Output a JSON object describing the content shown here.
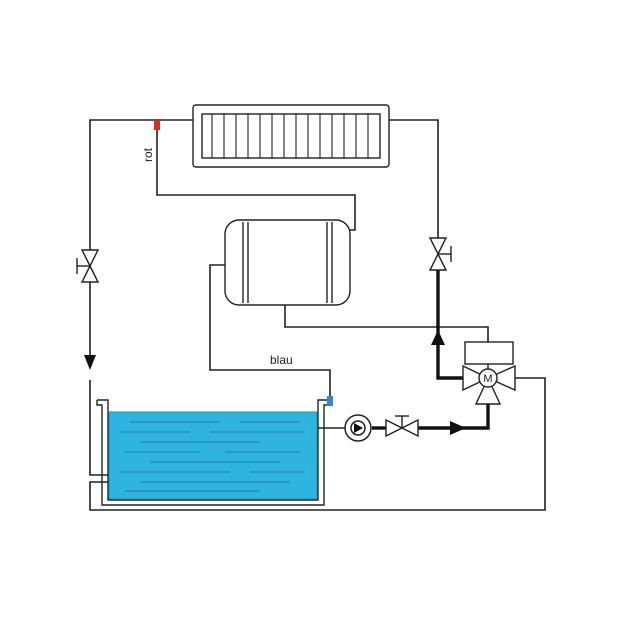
{
  "labels": {
    "red_line": "rot",
    "blue_line": "blau",
    "motor": "M"
  },
  "colors": {
    "line": "#222222",
    "water": "#2fb4e0",
    "water_edge": "#1b8fc0",
    "red_tap": "#d92b1f",
    "blue_tap": "#2a8ad8"
  },
  "icons": {
    "radiator": "radiator-icon",
    "heat_exchanger": "heat-exchanger-icon",
    "tank": "water-tank-icon",
    "pump": "circulation-pump-icon",
    "valve": "valve-icon",
    "mixing_valve": "motorized-mixing-valve-icon",
    "actuator": "actuator-box-icon"
  }
}
